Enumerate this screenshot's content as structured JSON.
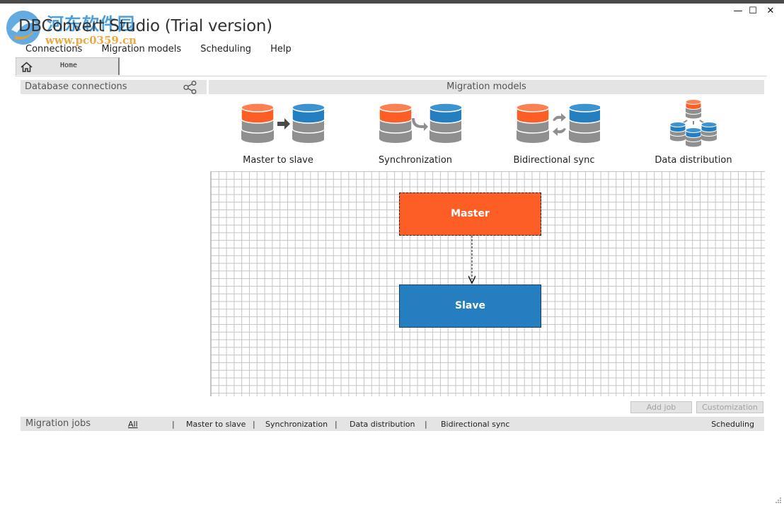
{
  "window": {
    "title": "DBConvert Studio (Trial version)",
    "minimize_glyph": "—",
    "maximize_glyph": "☐",
    "close_glyph": "✕"
  },
  "watermark": {
    "text_cn": "河东软件园",
    "url": "www.pc0359.cn"
  },
  "menu": [
    "Connections",
    "Migration models",
    "Scheduling",
    "Help"
  ],
  "tabs": [
    {
      "label": "Home",
      "icon": "home-icon",
      "active": true
    }
  ],
  "panels": {
    "database_connections": {
      "title": "Database connections",
      "icon": "share-icon"
    },
    "migration_models": {
      "title": "Migration models"
    }
  },
  "models": [
    {
      "label": "Master to slave",
      "icon": "master-to-slave-icon"
    },
    {
      "label": "Synchronization",
      "icon": "synchronization-icon"
    },
    {
      "label": "Bidirectional sync",
      "icon": "bidirectional-sync-icon"
    },
    {
      "label": "Data distribution",
      "icon": "data-distribution-icon"
    }
  ],
  "diagram": {
    "master_label": "Master",
    "slave_label": "Slave"
  },
  "buttons": {
    "add_job": "Add job",
    "customization": "Customization"
  },
  "jobs": {
    "title": "Migration jobs",
    "filters": [
      "All",
      "Master to slave",
      "Synchronization",
      "Data distribution",
      "Bidirectional sync"
    ],
    "active_filter": "All",
    "separator": "|",
    "scheduling": "Scheduling"
  },
  "colors": {
    "master": "#fc5e25",
    "slave": "#247ec0",
    "db_gray": "#8f8f8f",
    "panel_header": "#e4e4e4"
  }
}
